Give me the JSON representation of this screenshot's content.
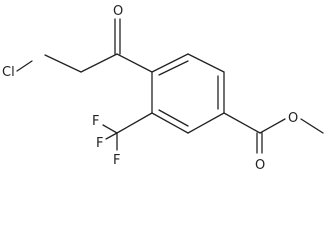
{
  "molecule": {
    "atom_labels": {
      "cl": "Cl",
      "o_ketone": "O",
      "f_top": "F",
      "f_left": "F",
      "f_bottom": "F",
      "o_carbonyl": "O",
      "o_ester": "O"
    },
    "colors": {
      "ink": "#222222",
      "background": "#ffffff"
    }
  }
}
